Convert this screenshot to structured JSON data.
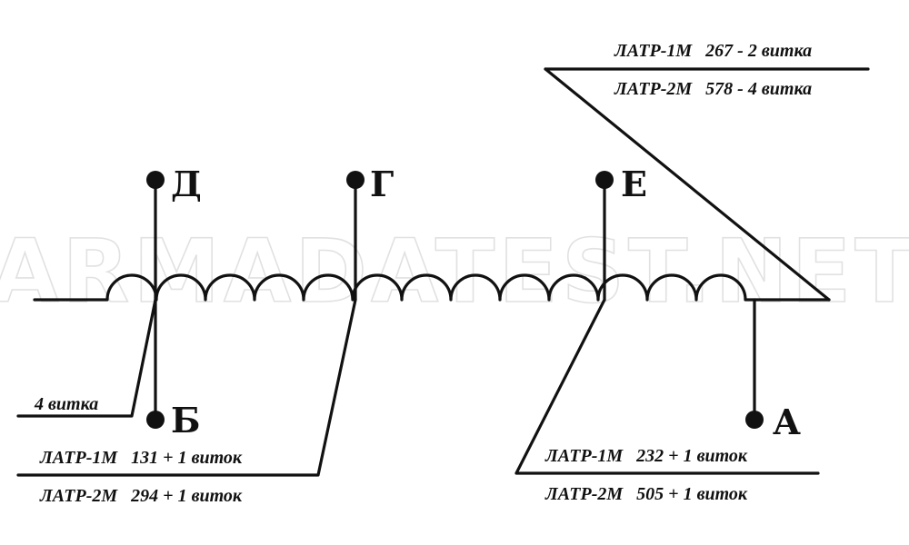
{
  "watermark": "ARMADATEST.NET",
  "terminals": {
    "a": "А",
    "b": "Б",
    "g": "Г",
    "d": "Д",
    "e": "Е"
  },
  "notes": {
    "top": {
      "latr1": "ЛАТР-1М   267 - 2 витка",
      "latr2": "ЛАТР-2М   578 - 4 витка"
    },
    "left": {
      "turns": "4 витка",
      "latr1": "ЛАТР-1М   131 + 1 виток",
      "latr2": "ЛАТР-2М   294 + 1 виток"
    },
    "right": {
      "latr1": "ЛАТР-1М   232 + 1 виток",
      "latr2": "ЛАТР-2М   505 + 1 виток"
    }
  }
}
